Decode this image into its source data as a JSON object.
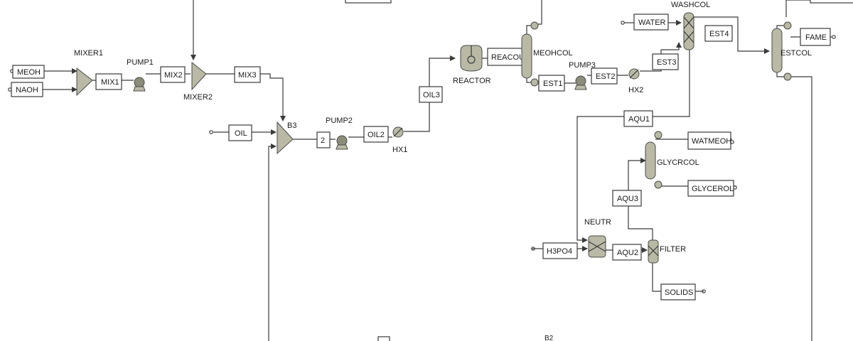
{
  "equipment": {
    "mixer1": "MIXER1",
    "pump1": "PUMP1",
    "mixer2": "MIXER2",
    "b3": "B3",
    "pump2": "PUMP2",
    "hx1": "HX1",
    "reactor": "REACTOR",
    "meohcol": "MEOHCOL",
    "pump3": "PUMP3",
    "hx2": "HX2",
    "washcol": "WASHCOL",
    "estcol": "ESTCOL",
    "glycrcol": "GLYCRCOL",
    "neutr": "NEUTR",
    "filter": "FILTER",
    "b2": "B2"
  },
  "streams": {
    "meoh": "MEOH",
    "naoh": "NAOH",
    "mix1": "MIX1",
    "mix2": "MIX2",
    "mix3": "MIX3",
    "oil": "OIL",
    "s2": "2",
    "oil2": "OIL2",
    "oil3": "OIL3",
    "reacout": "REACOUT",
    "est1": "EST1",
    "est2": "EST2",
    "est3": "EST3",
    "est4": "EST4",
    "water": "WATER",
    "fame": "FAME",
    "aqu1": "AQU1",
    "aqu2": "AQU2",
    "aqu3": "AQU3",
    "watmeoh": "WATMEOH",
    "glycerol": "GLYCEROL",
    "h3po4": "H3PO4",
    "solids": "SOLIDS"
  }
}
